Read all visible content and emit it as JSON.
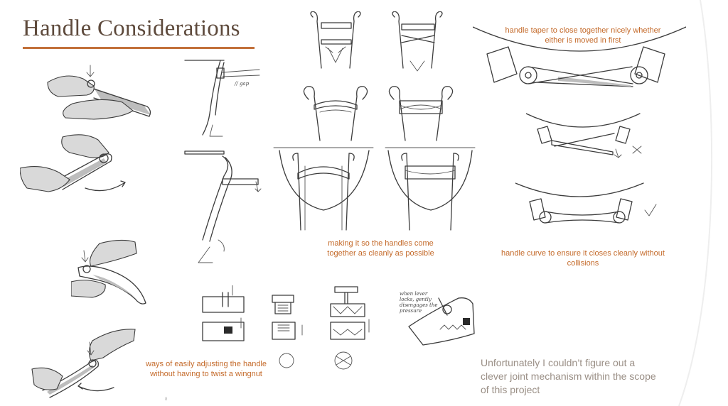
{
  "title": "Handle Considerations",
  "notes": {
    "taper": "handle taper to close together nicely whether either is moved in first",
    "cleanly": "making it so the handles come together as cleanly as possible",
    "curve": "handle curve to ensure it closes cleanly without collisions",
    "adjust": "ways of easily adjusting the handle without having to twist a wingnut"
  },
  "closing_text": "Unfortunately I couldn’t figure out a clever joint mechanism within the scope of this project",
  "sketch_labels": {
    "gap": "// gap",
    "pressure_note": "when lever locks, gently disengages the pressure"
  },
  "page_number": "8",
  "colors": {
    "title": "#5e4a3c",
    "accent": "#c2703a",
    "note": "#c46a2a",
    "closing": "#9a8f86"
  }
}
